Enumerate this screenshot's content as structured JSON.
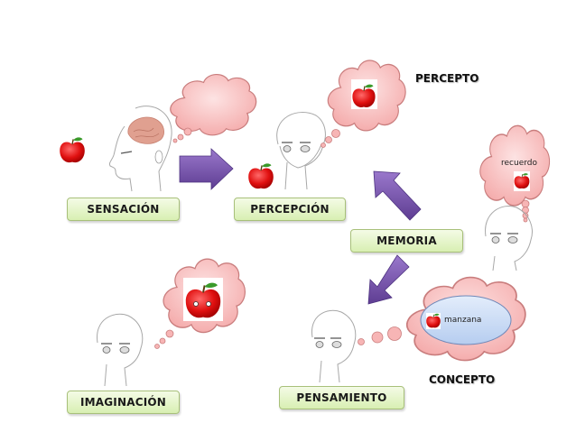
{
  "diagram": {
    "nodes": {
      "sensacion": "SENSACIÓN",
      "percepcion": "PERCEPCIÓN",
      "memoria": "MEMORIA",
      "imaginacion": "IMAGINACIÓN",
      "pensamiento": "PENSAMIENTO"
    },
    "captions": {
      "percepto": "PERCEPTO",
      "concepto": "CONCEPTO"
    },
    "bubble_texts": {
      "recuerdo": "recuerdo",
      "manzana": "manzana"
    },
    "arrows": [
      {
        "from": "sensacion",
        "to": "percepcion"
      },
      {
        "from": "memoria",
        "to": "percepcion"
      },
      {
        "from": "memoria",
        "to": "pensamiento"
      }
    ],
    "colors": {
      "arrow": "#7a55b0",
      "cloud_fill": "#f7b8b8",
      "cloud_stroke": "#c77a7a",
      "label_fill": "#dcefb8",
      "ellipse_fill": "#c9dcf5",
      "apple": "#e01818"
    }
  }
}
